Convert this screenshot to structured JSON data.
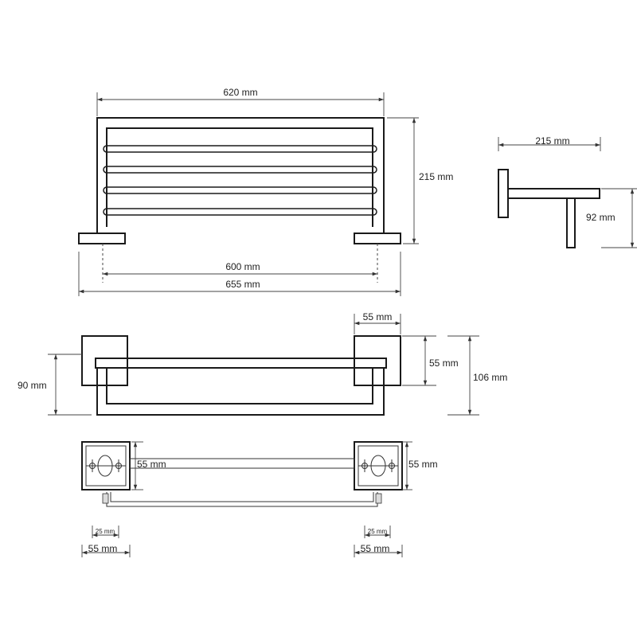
{
  "dimensions": {
    "front_top_width": "620 mm",
    "front_height": "215 mm",
    "front_hole_spacing": "600 mm",
    "front_total_width": "655 mm",
    "side_depth": "215 mm",
    "side_height": "92 mm",
    "top_flange_width": "55 mm",
    "top_flange_height": "55 mm",
    "top_total_height": "106 mm",
    "top_left_height": "90 mm",
    "bottom_inner_label": "55 mm",
    "bottom_right_height": "55 mm",
    "bottom_left_hole_offset": "25 mm",
    "bottom_right_hole_offset": "25 mm",
    "bottom_left_width": "55 mm",
    "bottom_right_width": "55 mm"
  }
}
